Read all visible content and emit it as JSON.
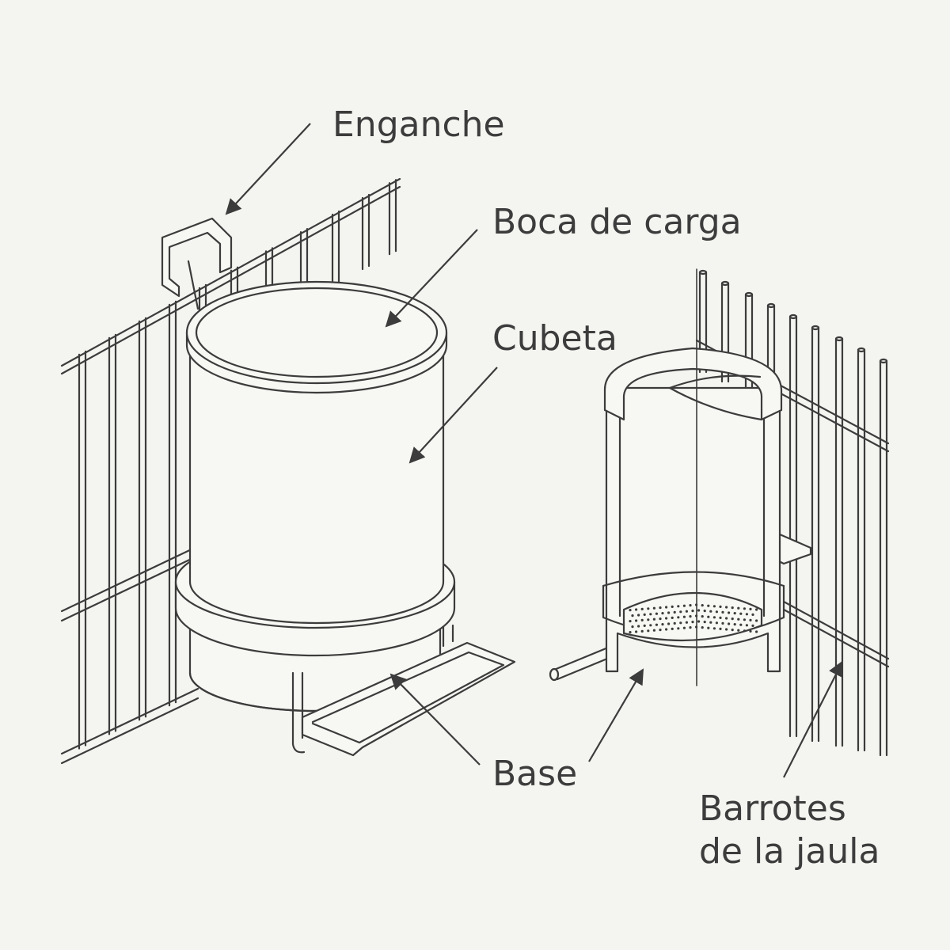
{
  "labels": {
    "hook": "Enganche",
    "mouth": "Boca de carga",
    "tub": "Cubeta",
    "base": "Base",
    "bars_line1": "Barrotes",
    "bars_line2": "de la jaula"
  },
  "colors": {
    "background": "#f4f4f0",
    "line": "#3c3c3c"
  }
}
